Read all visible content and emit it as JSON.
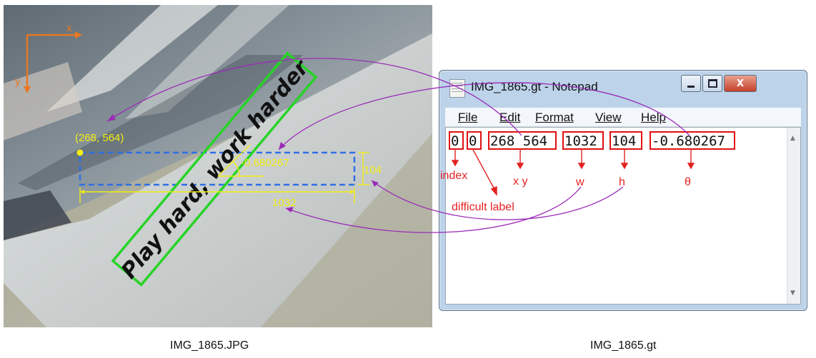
{
  "photo": {
    "filename": "IMG_1865.JPG",
    "scene_text": "Play hard, work harder",
    "axis_x_label": "x",
    "axis_y_label": "y",
    "point_label": "(268, 564)",
    "angle_label": "-0.680267",
    "height_label": "104",
    "width_label": "1032",
    "colors": {
      "axis": "#e87722",
      "rotated_box": "#27d427",
      "dashed_box": "#2f6fe6",
      "measure": "#e8e61a",
      "arrow": "#9b2bb8"
    }
  },
  "notepad": {
    "filename": "IMG_1865.gt",
    "window_title": "IMG_1865.gt - Notepad",
    "controls": {
      "minimize": "minimize-icon",
      "maximize": "maximize-icon",
      "close": "X"
    },
    "menu": [
      {
        "label": "File"
      },
      {
        "label": "Edit"
      },
      {
        "label": "Format"
      },
      {
        "label": "View"
      },
      {
        "label": "Help"
      }
    ],
    "fields": [
      {
        "text": "0",
        "annotation": "index"
      },
      {
        "text": "0",
        "annotation": "difficult label"
      },
      {
        "text": "268 564",
        "annotation": "x y"
      },
      {
        "text": "1032",
        "annotation": "w"
      },
      {
        "text": "104",
        "annotation": "h"
      },
      {
        "text": "-0.680267",
        "annotation": "θ"
      }
    ]
  }
}
